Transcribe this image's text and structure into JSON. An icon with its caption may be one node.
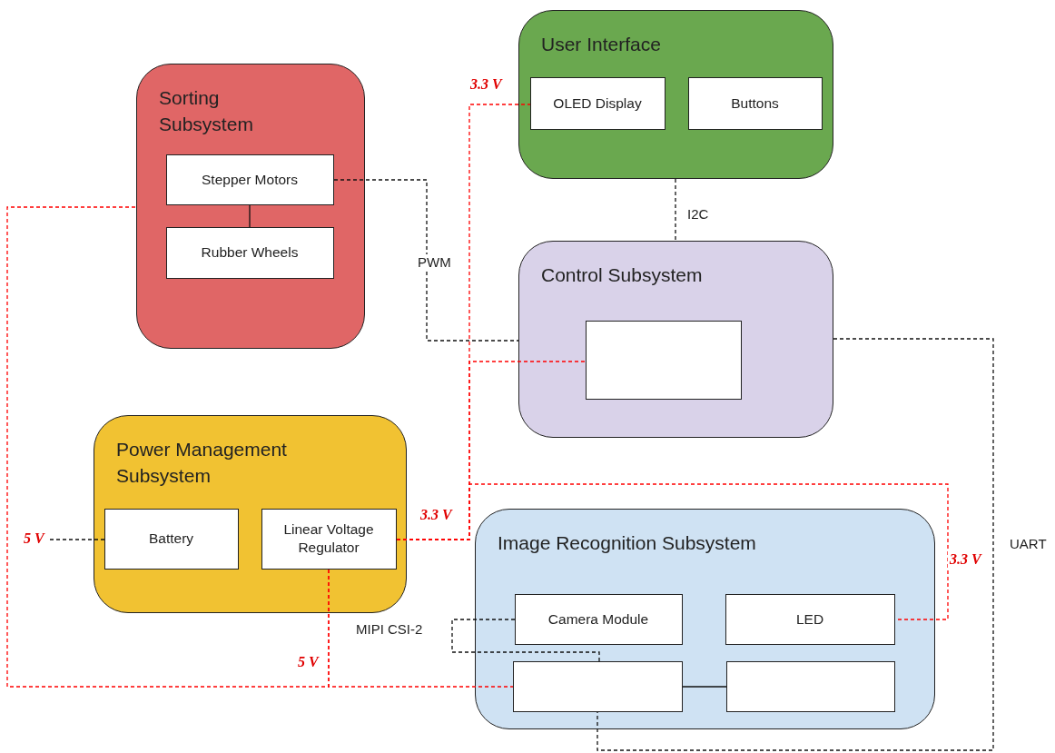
{
  "diagram": {
    "nodes": [
      {
        "text": [
          "Sorting Subsystem"
        ]
      },
      {
        "text": [
          "Stepper Motors"
        ],
        "in": 0
      },
      {
        "text": [
          "Rubber Wheels"
        ],
        "in": 0
      },
      {
        "text": [
          "User Interface"
        ]
      },
      {
        "text": [
          "OLED Display"
        ],
        "in": 3
      },
      {
        "text": [
          "Buttons"
        ],
        "in": 3
      },
      {
        "text": [
          "Control Subsystem"
        ]
      },
      {
        "text": [],
        "shape": "box",
        "in": 6
      },
      {
        "text": [
          "Power Management Subsystem"
        ]
      },
      {
        "text": [
          "Battery"
        ],
        "in": 8
      },
      {
        "text": [
          "Linear Voltage Regulator"
        ],
        "in": 8
      },
      {
        "text": [
          "Image Recognition Subsystem"
        ]
      },
      {
        "text": [
          "Camera Module"
        ],
        "in": 11
      },
      {
        "text": [
          "LED"
        ],
        "in": 11
      },
      {
        "text": [],
        "shape": "box",
        "in": 11
      },
      {
        "text": [],
        "shape": "box",
        "in": 11
      }
    ],
    "edges": [
      {
        "from": 1,
        "to": 2,
        "arrow": "none"
      },
      {
        "from": 1,
        "to": 6,
        "arrow": "none",
        "style": "dashed",
        "label": "PWM"
      },
      {
        "from": 3,
        "to": 6,
        "arrow": "none",
        "style": "dashed",
        "label": "I2C"
      },
      {
        "from": 6,
        "to": 14,
        "arrow": "none",
        "style": "dashed",
        "label": "UART"
      },
      {
        "from": 12,
        "to": 14,
        "arrow": "none",
        "style": "dashed",
        "label": "MIPI CSI-2"
      },
      {
        "from": null,
        "to": 9,
        "arrow": "none",
        "style": "dashed",
        "label": "5 V"
      },
      {
        "from": 10,
        "to": 4,
        "arrow": "none",
        "style": "dashed",
        "color": "#ff0000",
        "label": "3.3 V"
      },
      {
        "from": 10,
        "to": 7,
        "arrow": "none",
        "style": "dashed",
        "color": "#ff0000",
        "label": "3.3 V"
      },
      {
        "from": 10,
        "to": 13,
        "arrow": "none",
        "style": "dashed",
        "color": "#ff0000",
        "label": "3.3 V"
      },
      {
        "from": 10,
        "to": 14,
        "arrow": "none",
        "style": "dashed",
        "color": "#ff0000",
        "label": "5 V"
      },
      {
        "from": 10,
        "to": 0,
        "arrow": "none",
        "style": "dashed",
        "color": "#ff0000"
      },
      {
        "from": 14,
        "to": 15,
        "arrow": "none"
      }
    ]
  }
}
